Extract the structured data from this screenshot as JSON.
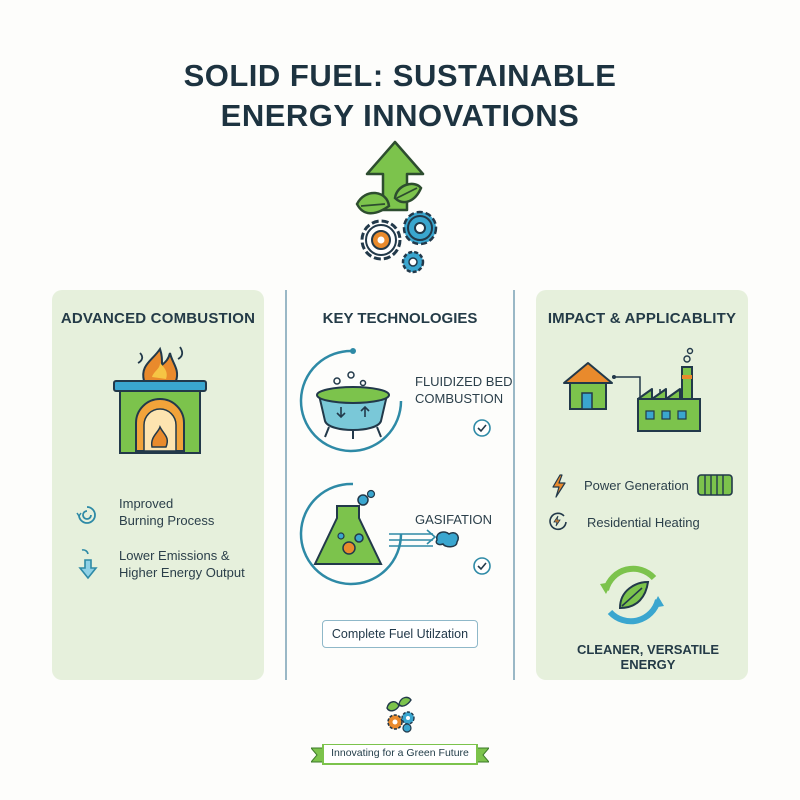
{
  "title_line1": "SOLID FUEL: SUSTAINABLE",
  "title_line2": "ENERGY INNOVATIONS",
  "left": {
    "title": "ADVANCED COMBUSTION",
    "item1_line1": "Improved",
    "item1_line2": "Burning Process",
    "item2_line1": "Lower Emissions &",
    "item2_line2": "Higher Energy Output"
  },
  "middle": {
    "title": "KEY TECHNOLOGIES",
    "tech1_line1": "FLUIDIZED BED",
    "tech1_line2": "COMBUSTION",
    "tech2": "GASIFATION",
    "pill": "Complete Fuel Utilzation"
  },
  "right": {
    "title": "IMPACT & APPLICABLITY",
    "item1": "Power Generation",
    "item2": "Residential Heating",
    "caption": "CLEANER, VERSATILE ENERGY"
  },
  "footer_banner": "Innovating for a Green Future",
  "colors": {
    "green": "#6cc04a",
    "orange": "#e98a2c",
    "teal": "#2e8aa6",
    "panel": "#e6f0dc"
  }
}
